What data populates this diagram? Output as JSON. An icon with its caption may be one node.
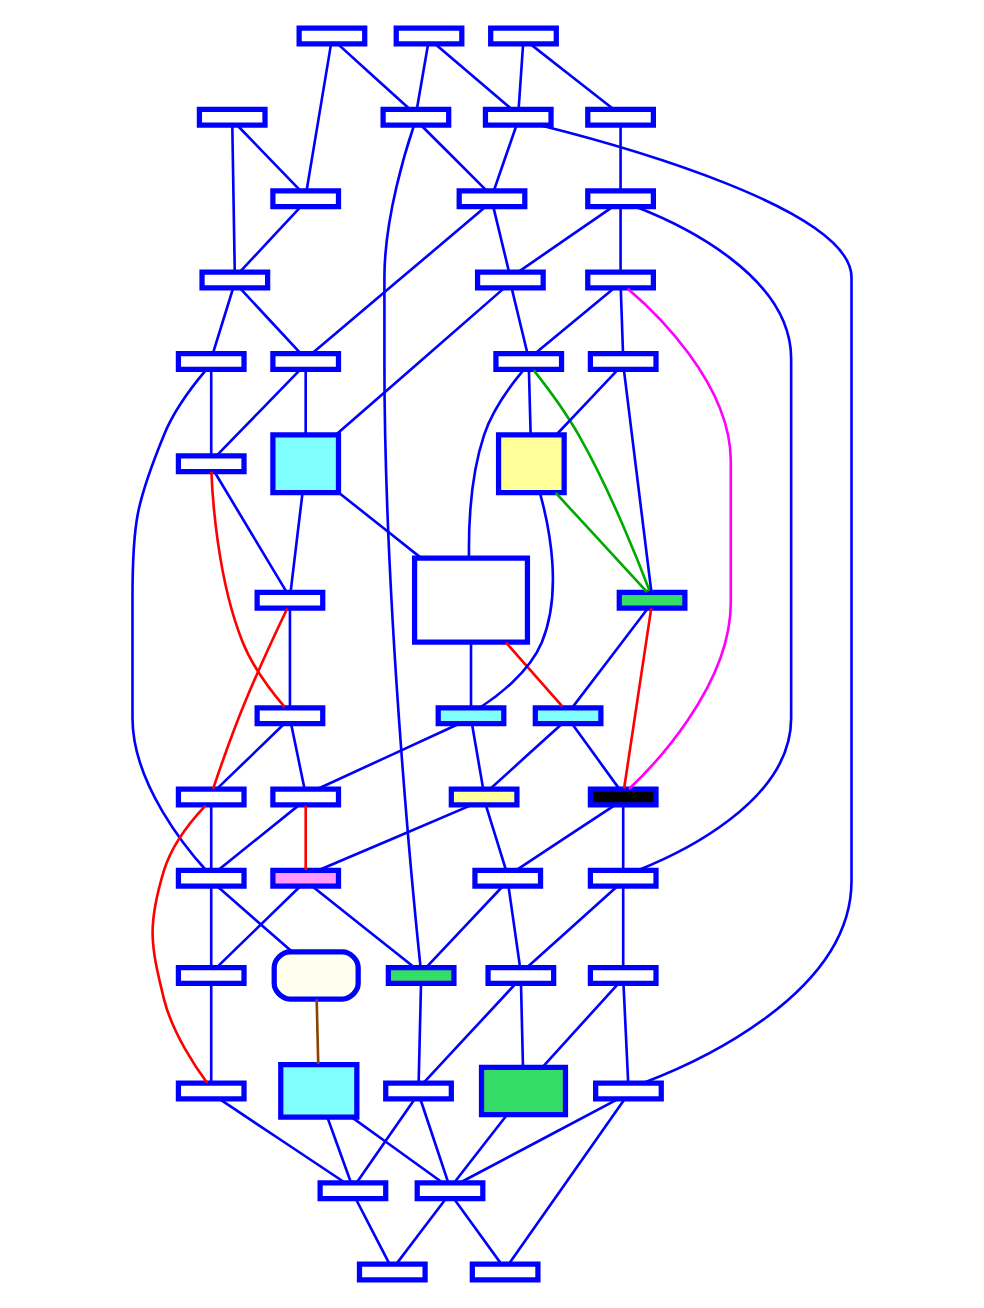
{
  "diagram": {
    "nodes": [
      {
        "text": [],
        "shape": "box"
      },
      {
        "text": [],
        "shape": "box"
      },
      {
        "text": [],
        "shape": "box"
      },
      {
        "text": [],
        "shape": "box"
      },
      {
        "text": [],
        "shape": "box"
      },
      {
        "text": [],
        "shape": "box"
      },
      {
        "text": [],
        "shape": "box"
      },
      {
        "text": [],
        "shape": "box"
      },
      {
        "text": [],
        "shape": "box"
      },
      {
        "text": [],
        "shape": "box"
      },
      {
        "text": [],
        "shape": "box"
      },
      {
        "text": [],
        "shape": "box"
      },
      {
        "text": [],
        "shape": "box"
      },
      {
        "text": [],
        "shape": "box"
      },
      {
        "text": [],
        "shape": "box"
      },
      {
        "text": [],
        "shape": "box"
      },
      {
        "text": [],
        "shape": "box"
      },
      {
        "text": [],
        "shape": "box"
      },
      {
        "text": [],
        "shape": "box"
      },
      {
        "text": [],
        "shape": "box"
      },
      {
        "text": [],
        "shape": "box"
      },
      {
        "text": [],
        "shape": "box"
      },
      {
        "text": [],
        "shape": "box"
      },
      {
        "text": [],
        "shape": "box"
      },
      {
        "text": [],
        "shape": "box"
      },
      {
        "text": [],
        "shape": "box"
      },
      {
        "text": [],
        "shape": "box"
      },
      {
        "text": [],
        "shape": "box"
      },
      {
        "text": [],
        "shape": "box"
      },
      {
        "text": [],
        "shape": "box"
      },
      {
        "text": [],
        "shape": "box"
      },
      {
        "text": [],
        "shape": "box"
      },
      {
        "text": [],
        "shape": "box"
      },
      {
        "text": [],
        "shape": "box"
      },
      {
        "text": [],
        "shape": "box"
      },
      {
        "text": [],
        "shape": "box"
      },
      {
        "text": [],
        "shape": "box"
      },
      {
        "text": [],
        "shape": "box"
      },
      {
        "text": [],
        "shape": "box"
      },
      {
        "text": [],
        "shape": "box"
      },
      {
        "text": [],
        "shape": "box"
      },
      {
        "text": [],
        "shape": "box"
      },
      {
        "text": [],
        "shape": "box"
      },
      {
        "text": [],
        "shape": "box"
      },
      {
        "text": [],
        "shape": "box"
      },
      {
        "text": [],
        "shape": "box"
      },
      {
        "text": [],
        "shape": "box"
      },
      {
        "text": [],
        "shape": "box"
      }
    ],
    "edges": [
      {
        "from": 0,
        "to": 4,
        "arrow": "none"
      },
      {
        "from": 1,
        "to": 4,
        "arrow": "none"
      },
      {
        "from": 1,
        "to": 5,
        "arrow": "none"
      },
      {
        "from": 2,
        "to": 5,
        "arrow": "none"
      },
      {
        "from": 2,
        "to": 6,
        "arrow": "none"
      },
      {
        "from": 3,
        "to": 6,
        "arrow": "none"
      },
      {
        "from": 3,
        "to": 7,
        "arrow": "none"
      },
      {
        "from": 0,
        "to": 8,
        "arrow": "none"
      },
      {
        "from": 4,
        "to": 8,
        "arrow": "none"
      },
      {
        "from": 5,
        "to": 9,
        "arrow": "none"
      },
      {
        "from": 6,
        "to": 9,
        "arrow": "none"
      },
      {
        "from": 7,
        "to": 10,
        "arrow": "none"
      },
      {
        "from": 8,
        "to": 11,
        "arrow": "none"
      },
      {
        "from": 8,
        "to": 12,
        "arrow": "none"
      },
      {
        "from": 9,
        "to": 12,
        "arrow": "none"
      },
      {
        "from": 9,
        "to": 13,
        "arrow": "none"
      },
      {
        "from": 10,
        "to": 13,
        "arrow": "none"
      },
      {
        "from": 10,
        "to": 14,
        "arrow": "none"
      },
      {
        "from": 11,
        "to": 15,
        "arrow": "none"
      },
      {
        "from": 12,
        "to": 15,
        "arrow": "none"
      },
      {
        "from": 12,
        "to": 16,
        "arrow": "none"
      },
      {
        "from": 13,
        "to": 16,
        "arrow": "none"
      },
      {
        "from": 13,
        "to": 17,
        "arrow": "none"
      },
      {
        "from": 14,
        "to": 17,
        "arrow": "none"
      },
      {
        "from": 14,
        "to": 18,
        "arrow": "none"
      },
      {
        "from": 15,
        "to": 19,
        "arrow": "none"
      },
      {
        "from": 16,
        "to": 19,
        "arrow": "none"
      },
      {
        "from": 16,
        "to": 20,
        "arrow": "none"
      },
      {
        "from": 17,
        "to": 20,
        "arrow": "none"
      },
      {
        "from": 17,
        "to": 21,
        "arrow": "none"
      },
      {
        "from": 18,
        "to": 21,
        "arrow": "none"
      },
      {
        "from": 18,
        "to": 22,
        "arrow": "none"
      },
      {
        "from": 15,
        "to": 23,
        "arrow": "none",
        "color": "#ff0000"
      },
      {
        "from": 19,
        "to": 23,
        "arrow": "none"
      },
      {
        "from": 20,
        "to": 24,
        "arrow": "none"
      },
      {
        "from": 21,
        "to": 24,
        "arrow": "none"
      },
      {
        "from": 22,
        "to": 25,
        "arrow": "none"
      },
      {
        "from": 20,
        "to": 25,
        "arrow": "none",
        "color": "#ff0000"
      },
      {
        "from": 21,
        "to": 22,
        "arrow": "none",
        "color": "#00aa00"
      },
      {
        "from": 17,
        "to": 22,
        "arrow": "none",
        "color": "#00aa00"
      },
      {
        "from": 19,
        "to": 26,
        "arrow": "none",
        "color": "#ff0000"
      },
      {
        "from": 23,
        "to": 26,
        "arrow": "none"
      },
      {
        "from": 23,
        "to": 27,
        "arrow": "none"
      },
      {
        "from": 24,
        "to": 27,
        "arrow": "none"
      },
      {
        "from": 24,
        "to": 28,
        "arrow": "none"
      },
      {
        "from": 25,
        "to": 28,
        "arrow": "none"
      },
      {
        "from": 25,
        "to": 29,
        "arrow": "none"
      },
      {
        "from": 22,
        "to": 29,
        "arrow": "none",
        "color": "#ff0000"
      },
      {
        "from": 14,
        "to": 29,
        "arrow": "none",
        "color": "#ff00ff"
      },
      {
        "from": 26,
        "to": 30,
        "arrow": "none"
      },
      {
        "from": 27,
        "to": 30,
        "arrow": "none"
      },
      {
        "from": 27,
        "to": 31,
        "arrow": "none",
        "color": "#ff0000"
      },
      {
        "from": 28,
        "to": 31,
        "arrow": "none"
      },
      {
        "from": 28,
        "to": 32,
        "arrow": "none"
      },
      {
        "from": 29,
        "to": 32,
        "arrow": "none"
      },
      {
        "from": 29,
        "to": 33,
        "arrow": "none"
      },
      {
        "from": 30,
        "to": 34,
        "arrow": "none"
      },
      {
        "from": 31,
        "to": 34,
        "arrow": "none"
      },
      {
        "from": 31,
        "to": 35,
        "arrow": "none"
      },
      {
        "from": 32,
        "to": 35,
        "arrow": "none"
      },
      {
        "from": 32,
        "to": 36,
        "arrow": "none"
      },
      {
        "from": 33,
        "to": 36,
        "arrow": "none"
      },
      {
        "from": 33,
        "to": 37,
        "arrow": "none"
      },
      {
        "from": 26,
        "to": 38,
        "arrow": "none",
        "color": "#ff0000"
      },
      {
        "from": 34,
        "to": 38,
        "arrow": "none"
      },
      {
        "from": 35,
        "to": 39,
        "arrow": "none"
      },
      {
        "from": 36,
        "to": 39,
        "arrow": "none"
      },
      {
        "from": 36,
        "to": 40,
        "arrow": "none"
      },
      {
        "from": 37,
        "to": 40,
        "arrow": "none"
      },
      {
        "from": 37,
        "to": 41,
        "arrow": "none"
      },
      {
        "from": 38,
        "to": 42,
        "arrow": "none"
      },
      {
        "from": 39,
        "to": 42,
        "arrow": "none"
      },
      {
        "from": 39,
        "to": 43,
        "arrow": "none"
      },
      {
        "from": 40,
        "to": 43,
        "arrow": "none"
      },
      {
        "from": 41,
        "to": 43,
        "arrow": "none"
      },
      {
        "from": 44,
        "to": 45,
        "arrow": "none",
        "color": "#884400"
      },
      {
        "from": 45,
        "to": 42,
        "arrow": "none"
      },
      {
        "from": 45,
        "to": 43,
        "arrow": "none"
      },
      {
        "from": 30,
        "to": 44,
        "arrow": "none"
      },
      {
        "from": 42,
        "to": 46,
        "arrow": "none"
      },
      {
        "from": 43,
        "to": 46,
        "arrow": "none"
      },
      {
        "from": 43,
        "to": 47,
        "arrow": "none"
      },
      {
        "from": 41,
        "to": 47,
        "arrow": "none"
      },
      {
        "from": 10,
        "to": 33,
        "arrow": "none"
      },
      {
        "from": 11,
        "to": 30,
        "arrow": "none"
      },
      {
        "from": 5,
        "to": 35,
        "arrow": "none"
      },
      {
        "from": 6,
        "to": 41,
        "arrow": "none"
      }
    ]
  }
}
